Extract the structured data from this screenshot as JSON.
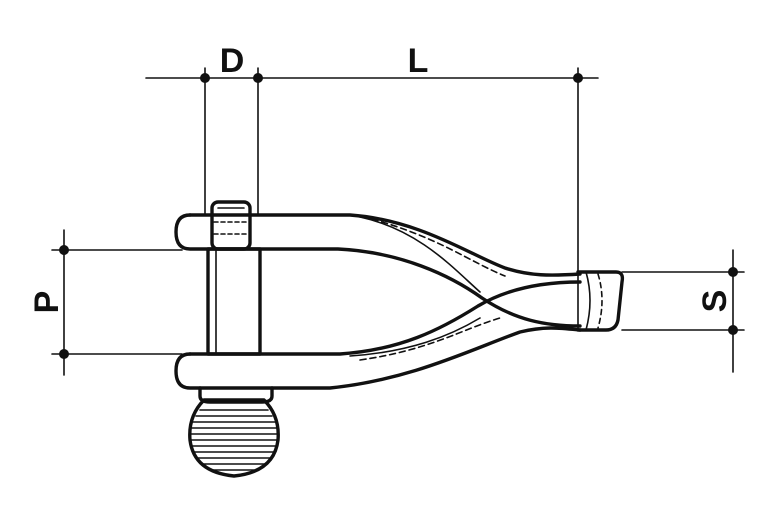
{
  "diagram": {
    "dimensions": {
      "D": "D",
      "L": "L",
      "P": "P",
      "S": "S"
    },
    "colors": {
      "ink": "#111111",
      "background": "#ffffff"
    }
  }
}
